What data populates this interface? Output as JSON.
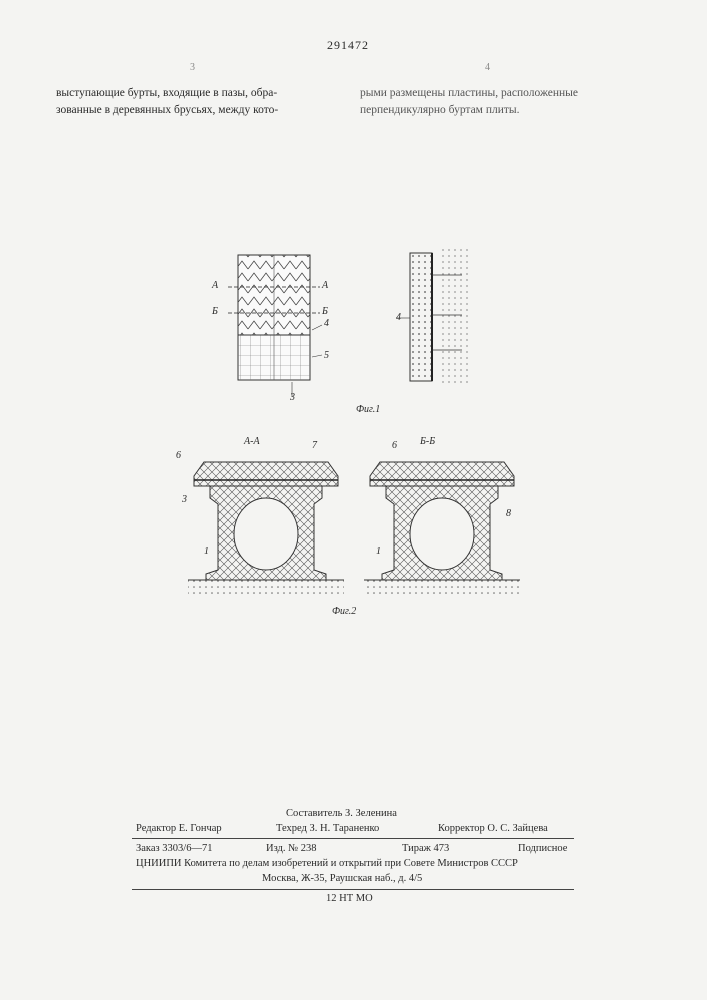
{
  "header": {
    "patent_number": "291472",
    "col_left_number": "3",
    "col_right_number": "4"
  },
  "body_text": {
    "left": [
      "выступающие бурты, входящие в пазы, обра-",
      "зованные в деревянных брусьях, между кото-"
    ],
    "right": [
      "рыми размещены пластины, расположенные",
      "перпендикулярно буртам плиты."
    ]
  },
  "figure1": {
    "caption": "Фиг.1",
    "labels": {
      "A_left": "А",
      "B_left": "Б",
      "A_right": "А",
      "B_right": "Б",
      "n4": "4",
      "n5": "5",
      "n3": "3",
      "n4_side": "4"
    }
  },
  "figure2": {
    "caption": "Фиг.2",
    "section_a": "А-А",
    "section_b": "Б-Б",
    "labels": {
      "n6": "6",
      "n7": "7",
      "n3": "3",
      "n1": "1",
      "n6b": "6",
      "n8": "8",
      "n1b": "1"
    }
  },
  "footer": {
    "compiler": "Составитель З. Зеленина",
    "editor": "Редактор Е. Гончар",
    "techred": "Техред З. Н. Тараненко",
    "corrector": "Корректор О. С. Зайцева",
    "order": "Заказ 3303/6—71",
    "edition": "Изд. № 238",
    "circulation": "Тираж 473",
    "subscription": "Подписное",
    "institute": "ЦНИИПИ Комитета по делам изобретений и открытий при Совете Министров СССР",
    "address": "Москва, Ж-35, Раушская наб., д. 4/5",
    "printer": "12 НТ МО"
  }
}
